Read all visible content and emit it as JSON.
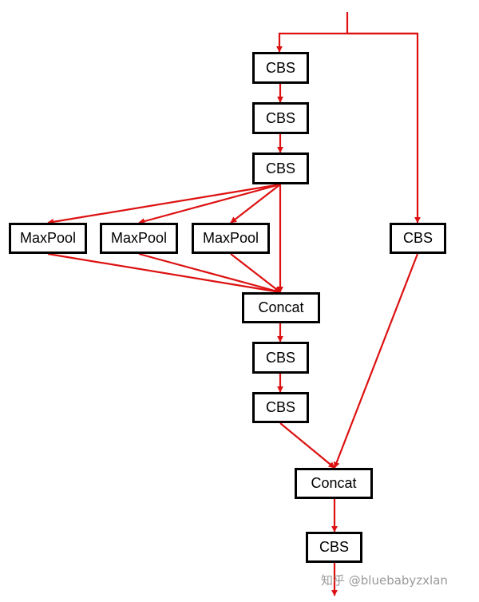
{
  "nodes": {
    "cbs_1": "CBS",
    "cbs_2": "CBS",
    "cbs_3": "CBS",
    "maxpool_1": "MaxPool",
    "maxpool_2": "MaxPool",
    "maxpool_3": "MaxPool",
    "cbs_right": "CBS",
    "concat_1": "Concat",
    "cbs_4": "CBS",
    "cbs_5": "CBS",
    "concat_2": "Concat",
    "cbs_out": "CBS"
  },
  "watermark": "知乎 @bluebabyzxlan",
  "colors": {
    "edge": "#dd1111",
    "box_border": "#000000"
  }
}
